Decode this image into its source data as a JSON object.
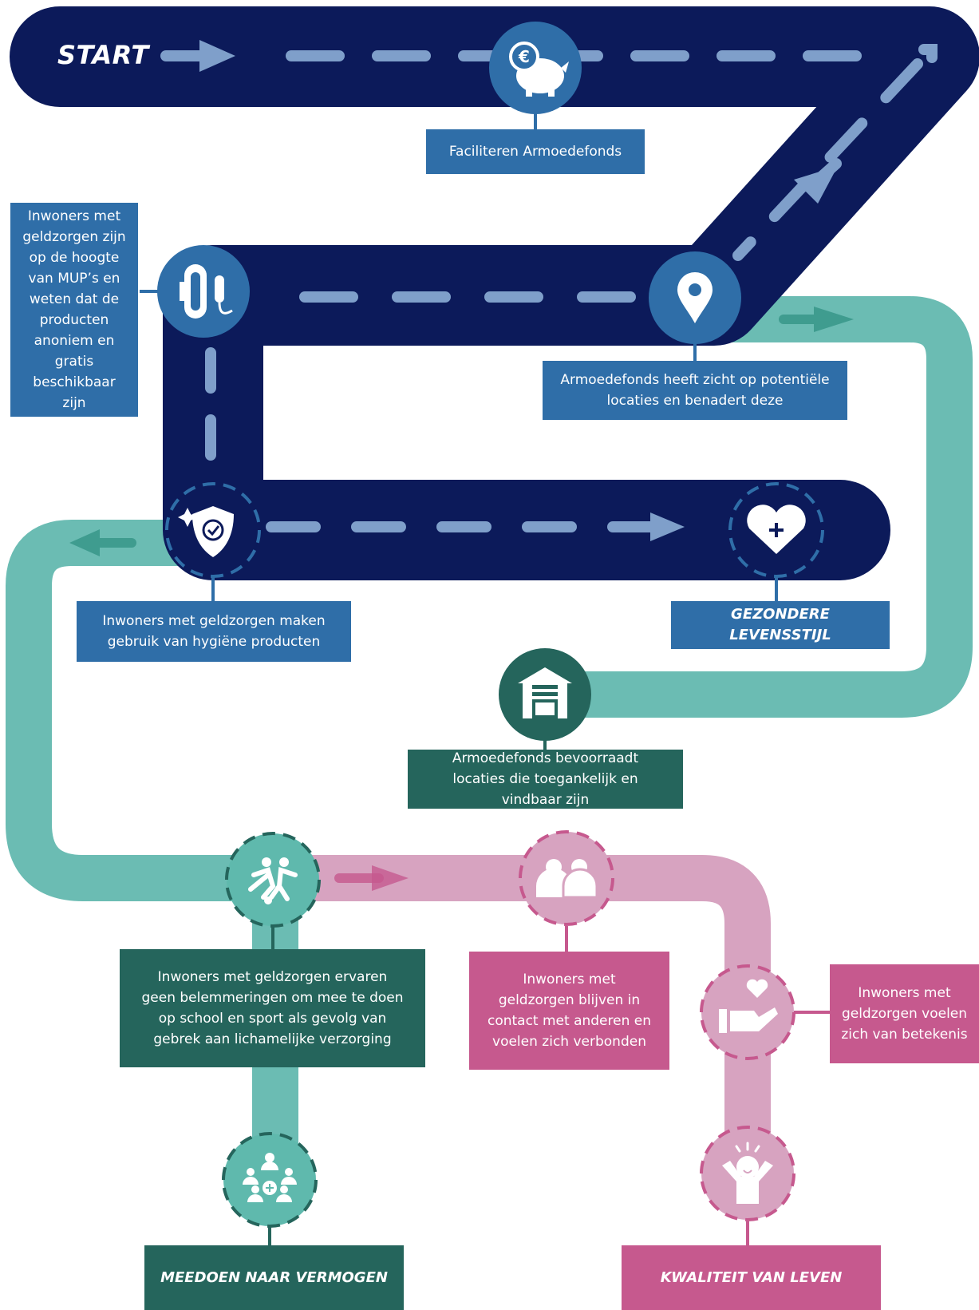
{
  "start": "START",
  "colors": {
    "road": "#0c1a5a",
    "road_dash": "#7f9fca",
    "teal": "#6bbcb3",
    "pink": "#d7a3c0",
    "blue_box": "#2f6ea8",
    "green_box": "#25655c",
    "pink_box": "#c6598e"
  },
  "steps": {
    "armoedefonds": "Faciliteren Armoedefonds",
    "mups": "Inwoners met geldzorgen zijn op de hoogte van MUP’s en weten dat de producten anoniem en gratis beschikbaar zijn",
    "locaties": "Armoedefonds heeft zicht op potentiële locaties en benadert deze",
    "hygiene": "Inwoners met geldzorgen maken gebruik van hygiëne producten",
    "levensstijl": "GEZONDERE LEVENSSTIJL",
    "bevoorraadt": "Armoedefonds bevoorraadt locaties die toegankelijk en vindbaar zijn",
    "belemmeringen": "Inwoners met geldzorgen ervaren geen belemmeringen om mee te doen op school en sport als gevolg van gebrek aan lichamelijke verzorging",
    "contact": "Inwoners met geldzorgen blijven in contact met anderen en voelen zich verbonden",
    "betekenis": "Inwoners met geldzorgen voelen zich van betekenis",
    "meedoen": "MEEDOEN NAAR VERMOGEN",
    "kwaliteit": "KWALITEIT VAN LEVEN"
  },
  "icons": [
    "piggy-bank-euro-icon",
    "pad-tampon-icon",
    "location-pin-icon",
    "shield-check-icon",
    "heart-plus-icon",
    "warehouse-icon",
    "sport-players-icon",
    "two-people-icon",
    "hand-heart-icon",
    "community-plus-icon",
    "happy-person-icon"
  ]
}
